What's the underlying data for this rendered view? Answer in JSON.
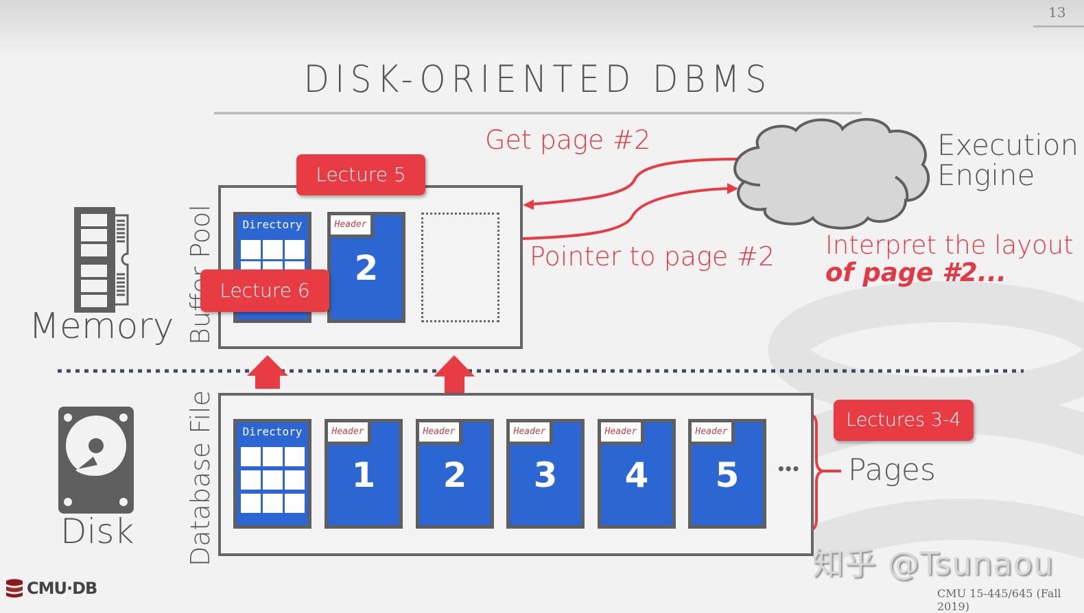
{
  "slide": {
    "number": "13",
    "title": "DISK-ORIENTED DBMS",
    "footer_course": "CMU 15-445/645 (Fall 2019)",
    "logo_text": "CMU·DB",
    "watermark": "知乎 @Tsunaou"
  },
  "tiers": {
    "memory_label": "Memory",
    "disk_label": "Disk",
    "buffer_pool_label": "Buffer Pool",
    "database_file_label": "Database File"
  },
  "buffer_pool": {
    "directory_label": "Directory",
    "page": {
      "header": "Header",
      "number": "2"
    }
  },
  "database_file": {
    "directory_label": "Directory",
    "pages": [
      {
        "header": "Header",
        "number": "1"
      },
      {
        "header": "Header",
        "number": "2"
      },
      {
        "header": "Header",
        "number": "3"
      },
      {
        "header": "Header",
        "number": "4"
      },
      {
        "header": "Header",
        "number": "5"
      }
    ],
    "ellipsis": "•••",
    "pages_label": "Pages"
  },
  "tags": {
    "lecture5": "Lecture 5",
    "lecture6": "Lecture 6",
    "lectures34": "Lectures 3-4"
  },
  "annotations": {
    "get_page": "Get page #2",
    "pointer": "Pointer to page #2",
    "engine_line1": "Execution",
    "engine_line2": "Engine",
    "interpret_line1": "Interpret the layout",
    "interpret_line2": "of page #2..."
  },
  "colors": {
    "accent_red": "#e83c44",
    "page_blue": "#2b66d3",
    "border_gray": "#5f5f5f",
    "text_gray": "#555555"
  }
}
